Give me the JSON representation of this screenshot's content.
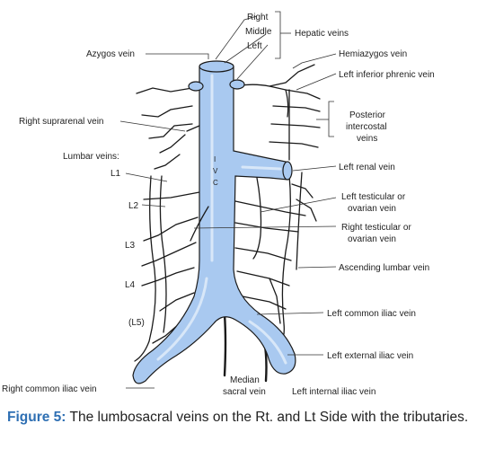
{
  "labels": {
    "right": "Right",
    "middle": "Middle",
    "left": "Left",
    "hepatic_veins": "Hepatic veins",
    "azygos_vein": "Azygos vein",
    "hemiazygos_vein": "Hemiazygos vein",
    "left_inferior_phrenic_vein": "Left inferior phrenic vein",
    "right_suprarenal_vein": "Right suprarenal vein",
    "posterior_intercostal_line1": "Posterior",
    "posterior_intercostal_line2": "intercostal",
    "posterior_intercostal_line3": "veins",
    "lumbar_veins": "Lumbar veins:",
    "l1": "L1",
    "l2": "L2",
    "l3": "L3",
    "l4": "L4",
    "l5": "(L5)",
    "ivc_i": "I",
    "ivc_v": "V",
    "ivc_c": "C",
    "left_renal_vein": "Left renal vein",
    "left_testicular_line1": "Left testicular or",
    "left_testicular_line2": "ovarian vein",
    "right_testicular_line1": "Right testicular or",
    "right_testicular_line2": "ovarian vein",
    "ascending_lumbar_vein": "Ascending lumbar vein",
    "left_common_iliac_vein": "Left common iliac vein",
    "left_external_iliac_vein": "Left external iliac vein",
    "right_common_iliac_vein": "Right common iliac vein",
    "median_sacral_line1": "Median",
    "median_sacral_line2": "sacral vein",
    "left_internal_iliac_vein": "Left internal iliac vein"
  },
  "caption": {
    "label": "Figure 5:",
    "text": " The lumbosacral veins on the Rt. and Lt Side with the tributaries."
  },
  "colors": {
    "vein_fill": "#a9c9f0",
    "caption_label": "#2e6fb3"
  }
}
